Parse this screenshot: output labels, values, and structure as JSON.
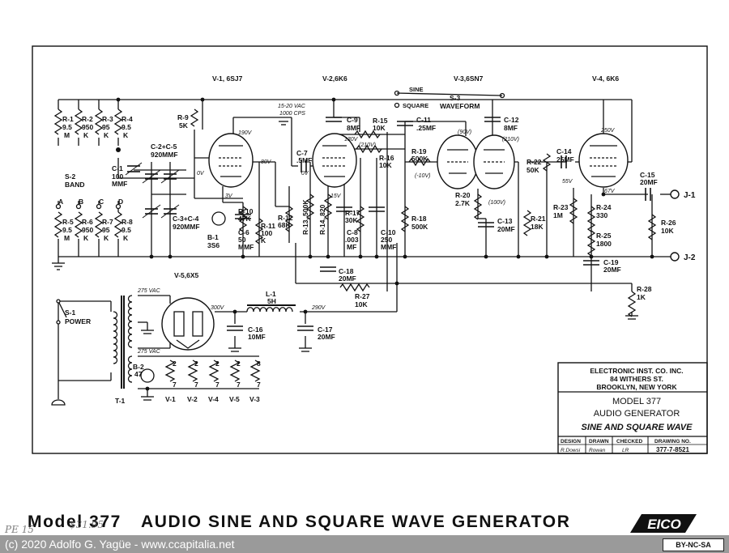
{
  "tubes": [
    {
      "id": "v1",
      "label": "V-1, 6SJ7"
    },
    {
      "id": "v2",
      "label": "V-2,6K6"
    },
    {
      "id": "v3",
      "label": "V-3,6SN7"
    },
    {
      "id": "v4",
      "label": "V-4, 6K6"
    },
    {
      "id": "v5",
      "label": "V-5,6X5"
    }
  ],
  "switches": {
    "s2": [
      "S-2",
      "BAND"
    ],
    "s3": [
      "S-3",
      "WAVEFORM"
    ],
    "sine": "SINE",
    "square": "SQUARE",
    "s1": [
      "S-1",
      "POWER"
    ]
  },
  "components": {
    "r1": [
      "R-1",
      "9.5",
      "M"
    ],
    "r2": [
      "R-2",
      "950",
      "K"
    ],
    "r3": [
      "R-3",
      "95",
      "K"
    ],
    "r4": [
      "R-4",
      "9.5",
      "K"
    ],
    "r5": [
      "R-5",
      "9.5",
      "M"
    ],
    "r6": [
      "R-6",
      "950",
      "K"
    ],
    "r7": [
      "R-7",
      "95",
      "K"
    ],
    "r8": [
      "R-8",
      "9.5",
      "K"
    ],
    "r9": [
      "R-9",
      "5K"
    ],
    "r10": [
      "R-10",
      "47K"
    ],
    "r11": [
      "R-11",
      "100",
      "K"
    ],
    "r12": [
      "R-12",
      "68K"
    ],
    "r13": "R-13, 500K",
    "r14": "R-14, 820",
    "r15": [
      "R-15",
      "10K"
    ],
    "r16": [
      "R-16",
      "10K"
    ],
    "r17": [
      "R-17",
      "30K"
    ],
    "r18": [
      "R-18",
      "500K"
    ],
    "r19": [
      "R-19",
      "500K"
    ],
    "r20": [
      "R-20",
      "2.7K"
    ],
    "r21": [
      "R-21",
      "18K"
    ],
    "r22": [
      "R-22",
      "50K"
    ],
    "r23": [
      "R-23",
      "1M"
    ],
    "r24": [
      "R-24",
      "330"
    ],
    "r25": [
      "R-25",
      "1800"
    ],
    "r26": [
      "R-26",
      "10K"
    ],
    "r27": [
      "R-27",
      "10K"
    ],
    "r28": [
      "R-28",
      "1K"
    ],
    "c1": [
      "C-1",
      "100",
      "MMF"
    ],
    "c2c5": [
      "C-2+C-5",
      "920MMF"
    ],
    "c3c4": [
      "C-3+C-4",
      "920MMF"
    ],
    "c6": [
      "C-6",
      "50",
      "MMF"
    ],
    "c7": [
      "C-7",
      ".5MF"
    ],
    "c8": [
      "C-8",
      ".003",
      "MF"
    ],
    "c9": [
      "C-9",
      "8MF"
    ],
    "c10": [
      "C-10",
      "250",
      "MMF"
    ],
    "c11": [
      "C-11",
      ".25MF"
    ],
    "c12": [
      "C-12",
      "8MF"
    ],
    "c13": [
      "C-13",
      "20MF"
    ],
    "c14": [
      "C-14",
      "25MF"
    ],
    "c15": [
      "C-15",
      "20MF"
    ],
    "c16": [
      "C-16",
      "10MF"
    ],
    "c17": [
      "C-17",
      "20MF"
    ],
    "c18": [
      "C-18",
      "20MF"
    ],
    "c19": [
      "C-19",
      "20MF"
    ],
    "l1": [
      "L-1",
      "5H"
    ],
    "b1": [
      "B-1",
      "3S6"
    ],
    "b2": [
      "B-2",
      "47"
    ],
    "t1": "T-1",
    "j1": "J-1",
    "j2": "J-2"
  },
  "voltages": {
    "v1_plate": "190V",
    "v1_screen": "80V",
    "v1_grid": "0V",
    "v1_cathode": "3V",
    "v2_plate": "130V",
    "v2_grid": "0V",
    "v2_cathode": "15V",
    "v3_plate1": "(90V)",
    "v3_plate2": "(210V)",
    "v3_grid": "(-10V)",
    "v3_cathode": "(100V)",
    "v4_plate": "250V",
    "v4_cathode": "67V",
    "v4_grid": "55V",
    "c14_node": "(210V)",
    "rect_out": "300V",
    "filtered": "290V",
    "hv_top": "275 VAC",
    "hv_bottom": "275 VAC"
  },
  "notes": {
    "ac_line": [
      "15-20 VAC",
      "1000 CPS"
    ]
  },
  "band_letters": [
    "A",
    "B",
    "C",
    "D"
  ],
  "heater_pins": [
    "2",
    "2",
    "2",
    "2",
    "8"
  ],
  "heater_bottom_pins": [
    "7",
    "7",
    "7",
    "7",
    "7"
  ],
  "heater_tubes": [
    "V-1",
    "V-2",
    "V-4",
    "V-5",
    "V-3"
  ],
  "title_block": {
    "company": [
      "ELECTRONIC INST. CO. INC.",
      "84 WITHERS ST.",
      "BROOKLYN, NEW YORK"
    ],
    "model": "MODEL 377",
    "product": "AUDIO GENERATOR",
    "subtitle": "SINE AND SQUARE WAVE",
    "cols": [
      "DESIGN",
      "DRAWN",
      "CHECKED",
      "DRAWING NO."
    ],
    "vals": [
      "R.Dowsi",
      "Rowan",
      "LR",
      "377-7-8521"
    ]
  },
  "bottom_title": {
    "model": "Model 377",
    "name": "AUDIO SINE AND SQUARE WAVE GENERATOR",
    "logo": "EICO"
  },
  "footer": {
    "credit": "(c) 2020 Adolfo G. Yagüe - www.ccapitalia.net",
    "license": "BY-NC-SA"
  },
  "scribble": [
    "$31.95",
    "PE 15"
  ]
}
